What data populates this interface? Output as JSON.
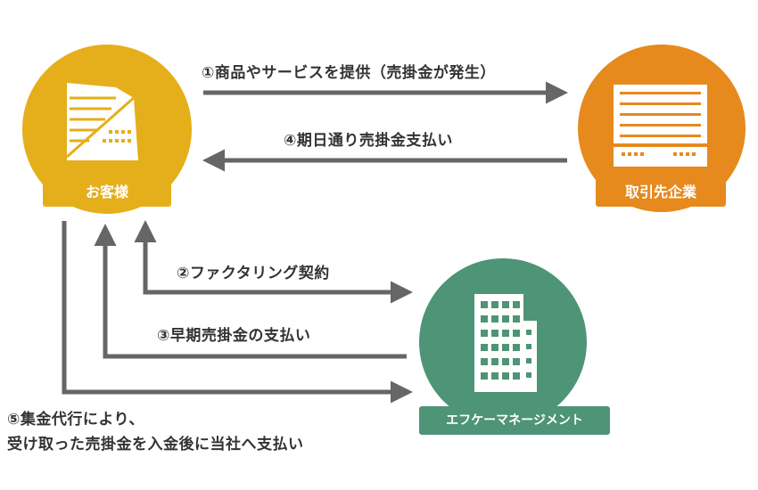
{
  "nodes": {
    "customer": {
      "label": "お客様",
      "color": "#E5AE1B"
    },
    "supplier": {
      "label": "取引先企業",
      "color": "#E68A1E"
    },
    "factoring": {
      "label": "エフケーマネージメント",
      "color": "#4E9477"
    }
  },
  "flows": {
    "f1": "①商品やサービスを提供（売掛金が発生）",
    "f4": "④期日通り売掛金支払い",
    "f2": "②ファクタリング契約",
    "f3": "③早期売掛金の支払い",
    "f5_line1": "⑤集金代行により、",
    "f5_line2": "受け取った売掛金を入金後に当社へ支払い"
  },
  "style": {
    "arrow_color": "#666666"
  }
}
